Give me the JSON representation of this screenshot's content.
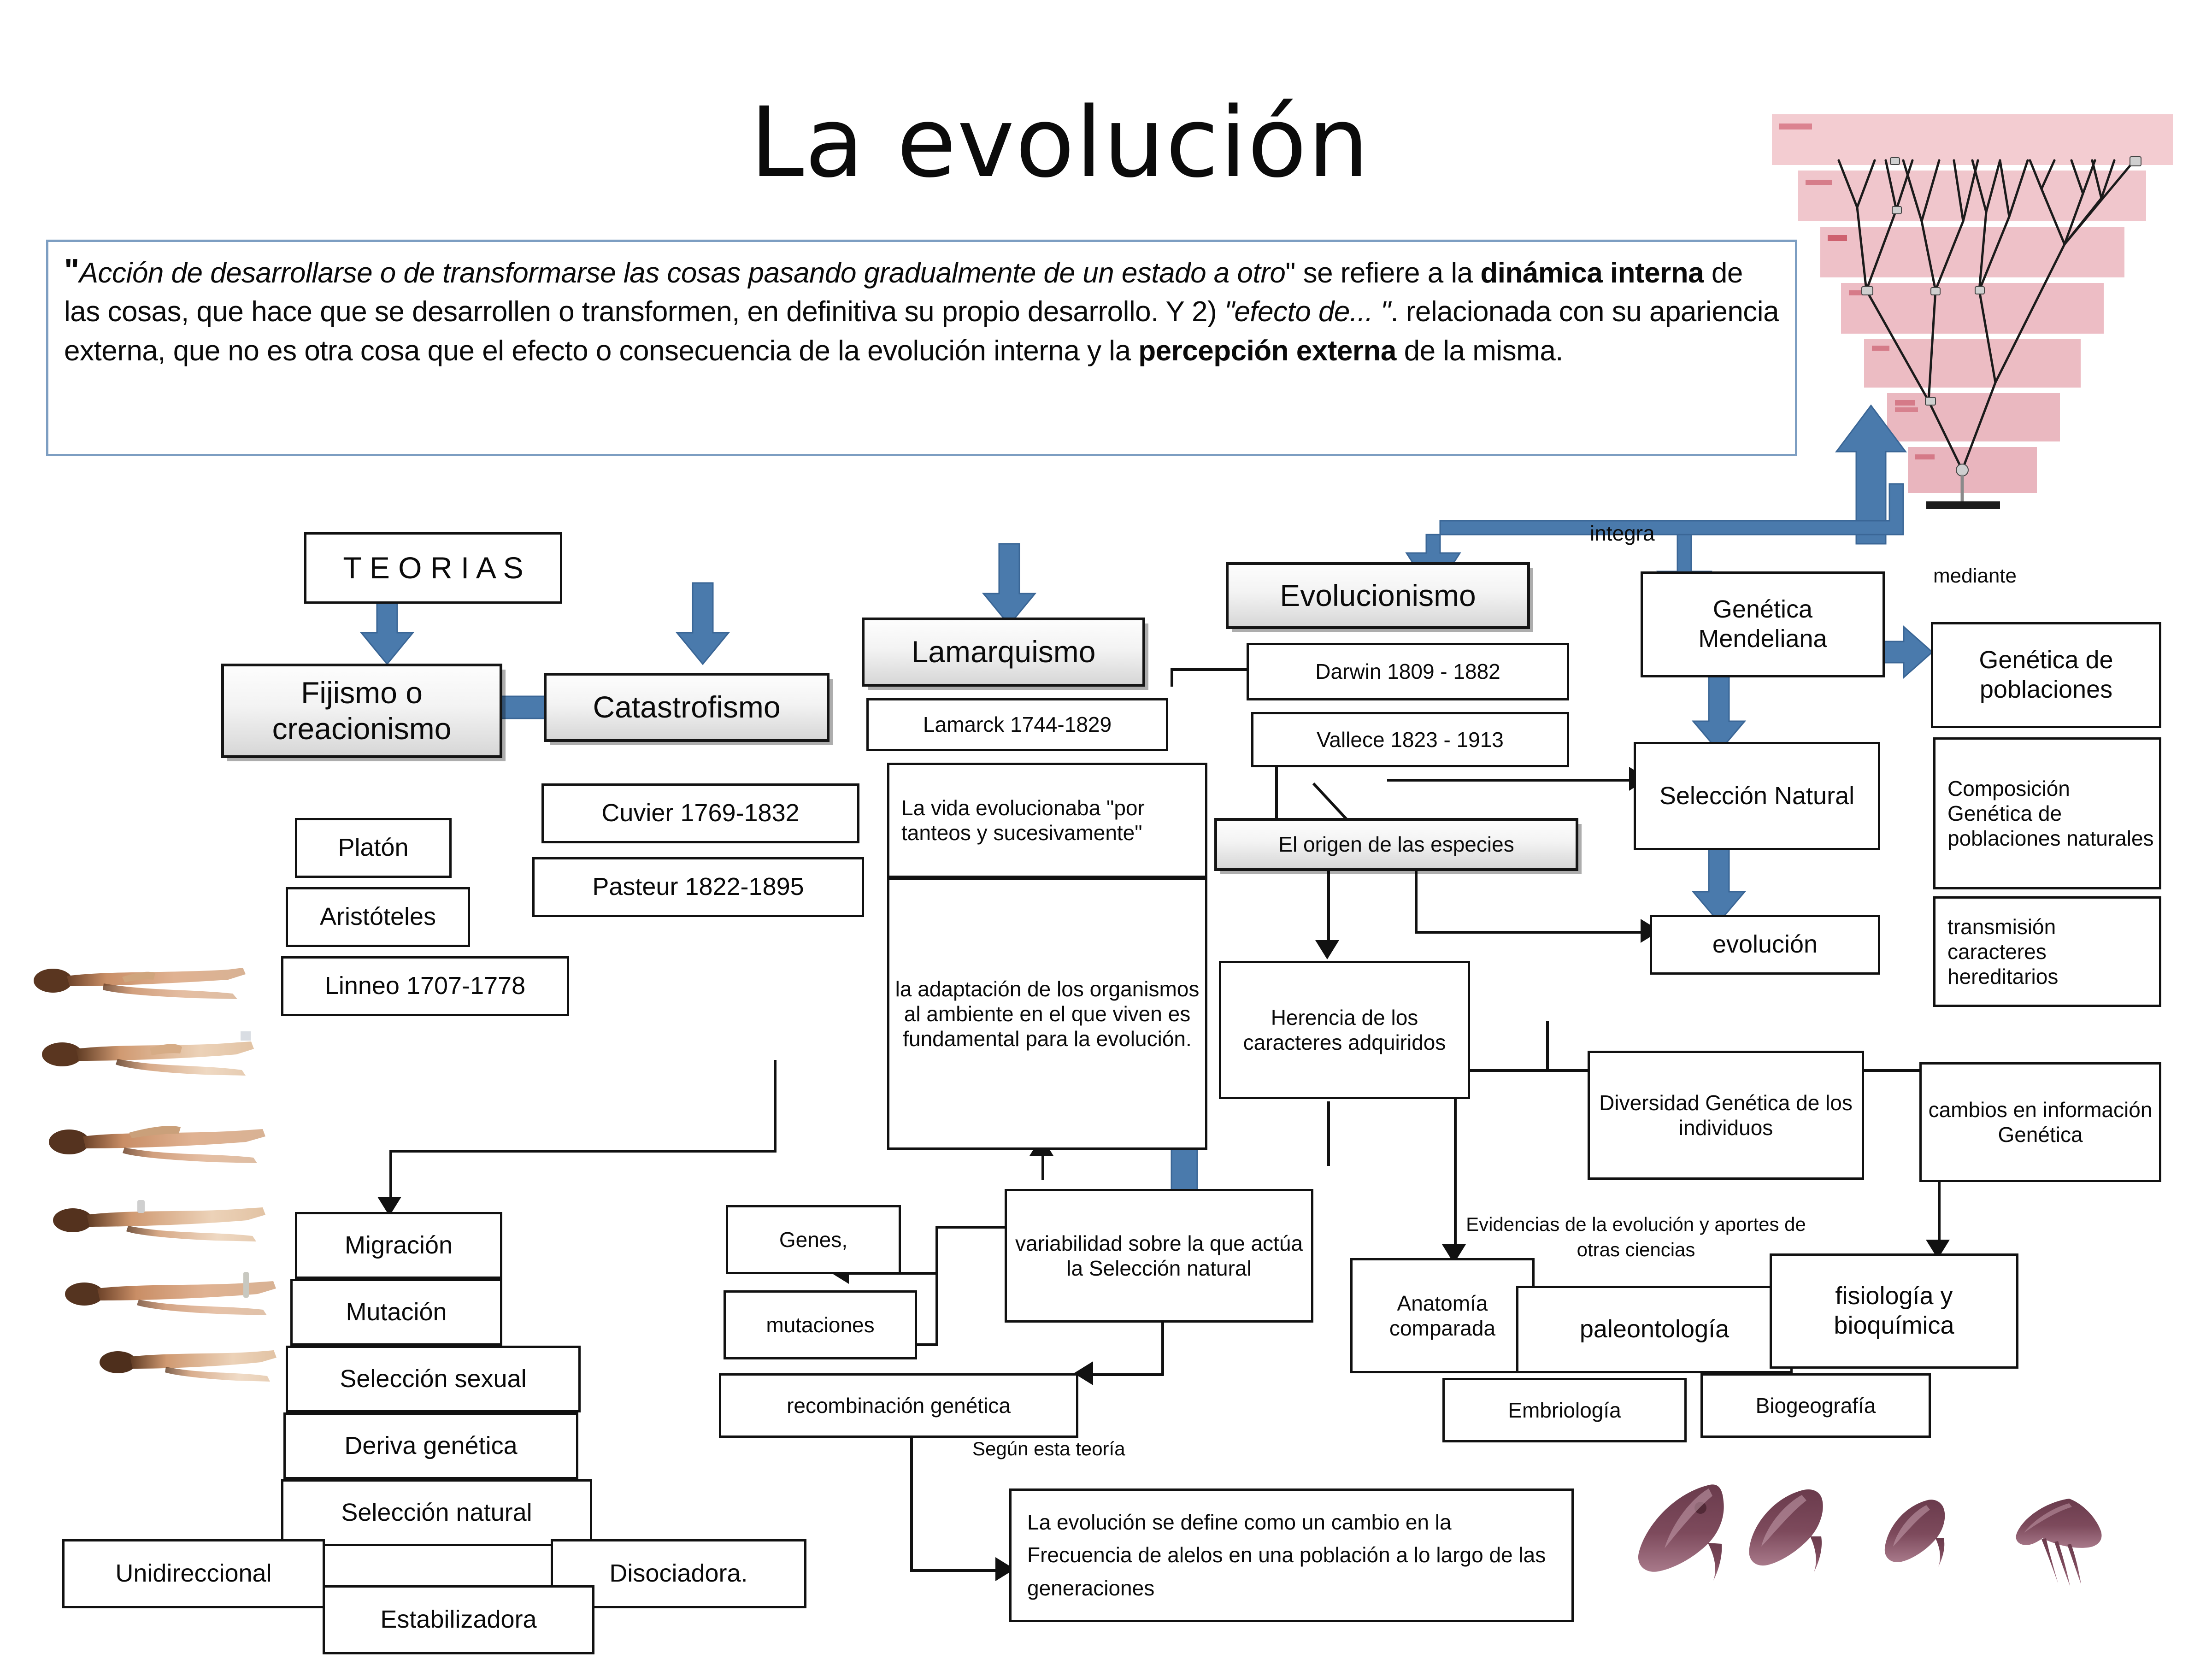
{
  "title": "La evolución",
  "quote": {
    "open_mark": "\"",
    "seg1": "Acción de desarrollarse o de transformarse las cosas pasando gradualmente de un estado a otro",
    "seg2": "\" se refiere a la ",
    "bold1": "dinámica interna",
    "seg3": " de las cosas, que hace que se desarrollen o transformen, en definitiva su propio desarrollo. Y 2) ",
    "italic2": "\"efecto de... \"",
    "seg4": ". relacionada con su apariencia externa, que no es otra cosa que el efecto o consecuencia de la evolución interna y la ",
    "bold2": "percepción externa",
    "seg5": " de la misma."
  },
  "nodes": {
    "teorias": "T E O R I A S",
    "fijismo": "Fijismo o\ncreacionismo",
    "catastrofismo": "Catastrofismo",
    "lamarquismo": "Lamarquismo",
    "evolucionismo": "Evolucionismo",
    "platon": "Platón",
    "aristoteles": "Aristóteles",
    "linneo": "Linneo  1707-1778",
    "cuvier": "Cuvier 1769-1832",
    "pasteur": "Pasteur 1822-1895",
    "lamarck": "Lamarck  1744-1829",
    "lamarck_idea": "La vida evolucionaba \"por tanteos y sucesivamente\"",
    "lamarck_adapt": "la adaptación de los organismos al ambiente en el que viven es fundamental para la evolución.",
    "darwin": "Darwin 1809 - 1882",
    "wallace": "Vallece  1823 - 1913",
    "origen": "El origen de las especies",
    "herencia": "Herencia de los caracteres adquiridos",
    "genetica_mendeliana": "Genética Mendeliana",
    "seleccion_natural_r": "Selección Natural",
    "evolucion": "evolución",
    "genetica_poblaciones": "Genética de poblaciones",
    "composicion": "Composición Genética de poblaciones naturales",
    "transmision": "transmisión caracteres hereditarios",
    "diversidad": "Diversidad Genética de los individuos",
    "cambios": "cambios en información Genética",
    "migracion": "Migración",
    "mutacion": "Mutación",
    "seleccion_sexual": "Selección sexual",
    "deriva": "Deriva genética",
    "seleccion_natural_l": "Selección natural",
    "unidireccional": "Unidireccional",
    "disociadora": "Disociadora.",
    "estabilizadora": "Estabilizadora",
    "genes": "Genes,",
    "mutaciones": "mutaciones",
    "recombinacion": "recombinación genética",
    "variabilidad": "variabilidad sobre la que actúa la Selección natural",
    "anatomia": "Anatomía comparada",
    "paleontologia": "paleontología",
    "fisiologia": "fisiología y bioquímica",
    "embriologia": "Embriología",
    "biogeografia": "Biogeografía",
    "definicion": "La evolución se define como un cambio en la Frecuencia de alelos  en una población a lo largo de las generaciones"
  },
  "labels": {
    "integra": "integra",
    "mediante": "mediante",
    "evidencias": "Evidencias de la evolución y aportes de otras ciencias",
    "segun": "Según esta teoría"
  },
  "images": {
    "tree": "phylogenetic-tree-photo",
    "finches": "darwin-finch-beaks-illustration",
    "humans": "human-evolution-figures-photo"
  },
  "colors": {
    "accent_blue": "#4a7aac",
    "quote_border": "#7d9ec2",
    "node_border": "#111111",
    "tree_band": "#f2cdd0"
  }
}
